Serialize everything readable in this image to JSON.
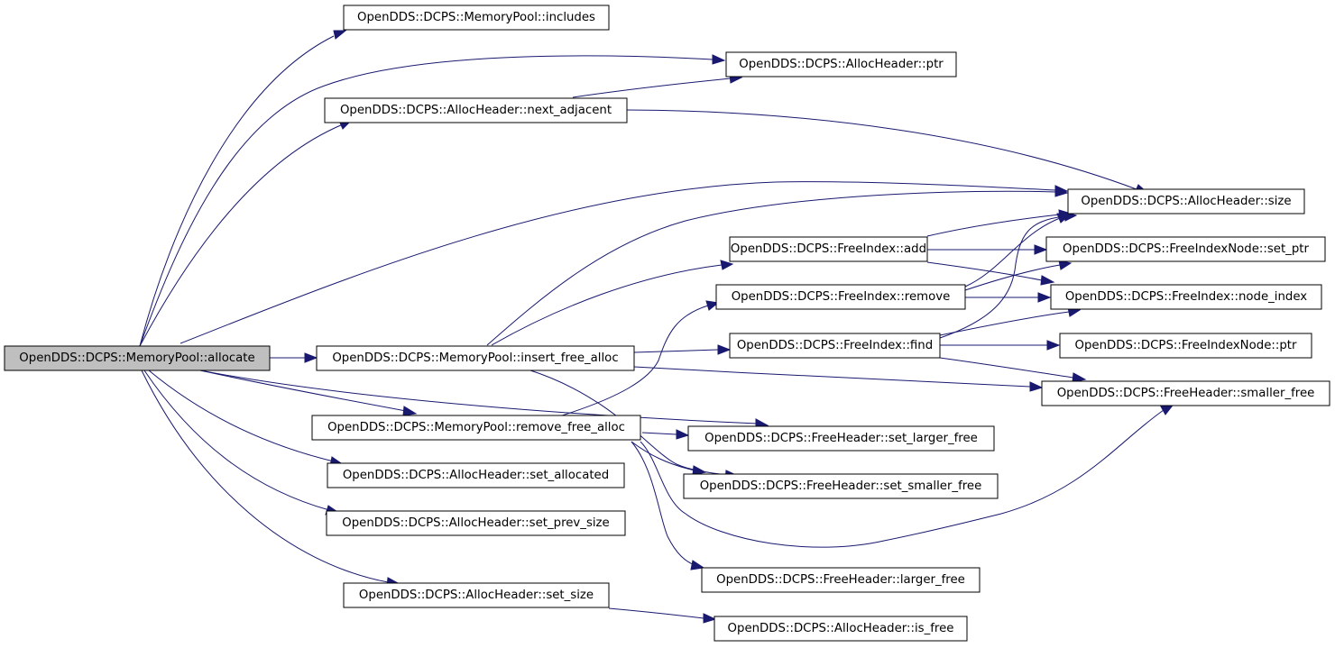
{
  "colors": {
    "edge": "#191970",
    "root_fill": "#bfbfbf",
    "node_fill": "#ffffff"
  },
  "nodes": {
    "allocate": "OpenDDS::DCPS::MemoryPool::allocate",
    "includes": "OpenDDS::DCPS::MemoryPool::includes",
    "ah_ptr": "OpenDDS::DCPS::AllocHeader::ptr",
    "next_adjacent": "OpenDDS::DCPS::AllocHeader::next_adjacent",
    "ah_size": "OpenDDS::DCPS::AllocHeader::size",
    "fi_add": "OpenDDS::DCPS::FreeIndex::add",
    "fin_set_ptr": "OpenDDS::DCPS::FreeIndexNode::set_ptr",
    "fi_remove": "OpenDDS::DCPS::FreeIndex::remove",
    "node_index": "OpenDDS::DCPS::FreeIndex::node_index",
    "insert_free_alloc": "OpenDDS::DCPS::MemoryPool::insert_free_alloc",
    "fi_find": "OpenDDS::DCPS::FreeIndex::find",
    "fin_ptr": "OpenDDS::DCPS::FreeIndexNode::ptr",
    "smaller_free": "OpenDDS::DCPS::FreeHeader::smaller_free",
    "remove_free_alloc": "OpenDDS::DCPS::MemoryPool::remove_free_alloc",
    "set_larger_free": "OpenDDS::DCPS::FreeHeader::set_larger_free",
    "set_allocated": "OpenDDS::DCPS::AllocHeader::set_allocated",
    "set_smaller_free": "OpenDDS::DCPS::FreeHeader::set_smaller_free",
    "set_prev_size": "OpenDDS::DCPS::AllocHeader::set_prev_size",
    "larger_free": "OpenDDS::DCPS::FreeHeader::larger_free",
    "set_size": "OpenDDS::DCPS::AllocHeader::set_size",
    "is_free": "OpenDDS::DCPS::AllocHeader::is_free"
  },
  "edges": [
    [
      "allocate",
      "includes"
    ],
    [
      "allocate",
      "ah_ptr"
    ],
    [
      "allocate",
      "next_adjacent"
    ],
    [
      "allocate",
      "ah_size"
    ],
    [
      "allocate",
      "insert_free_alloc"
    ],
    [
      "allocate",
      "remove_free_alloc"
    ],
    [
      "allocate",
      "set_larger_free"
    ],
    [
      "allocate",
      "set_allocated"
    ],
    [
      "allocate",
      "set_prev_size"
    ],
    [
      "allocate",
      "set_size"
    ],
    [
      "next_adjacent",
      "ah_ptr"
    ],
    [
      "next_adjacent",
      "ah_size"
    ],
    [
      "insert_free_alloc",
      "ah_size"
    ],
    [
      "insert_free_alloc",
      "fi_add"
    ],
    [
      "insert_free_alloc",
      "fi_find"
    ],
    [
      "insert_free_alloc",
      "smaller_free"
    ],
    [
      "insert_free_alloc",
      "set_smaller_free"
    ],
    [
      "fi_add",
      "ah_size"
    ],
    [
      "fi_add",
      "fin_set_ptr"
    ],
    [
      "fi_add",
      "node_index"
    ],
    [
      "fi_remove",
      "ah_size"
    ],
    [
      "fi_remove",
      "fin_set_ptr"
    ],
    [
      "fi_remove",
      "node_index"
    ],
    [
      "fi_find",
      "ah_size"
    ],
    [
      "fi_find",
      "node_index"
    ],
    [
      "fi_find",
      "fin_ptr"
    ],
    [
      "fi_find",
      "smaller_free"
    ],
    [
      "remove_free_alloc",
      "fi_remove"
    ],
    [
      "remove_free_alloc",
      "set_larger_free"
    ],
    [
      "remove_free_alloc",
      "set_smaller_free"
    ],
    [
      "remove_free_alloc",
      "smaller_free"
    ],
    [
      "remove_free_alloc",
      "larger_free"
    ],
    [
      "set_size",
      "is_free"
    ]
  ]
}
